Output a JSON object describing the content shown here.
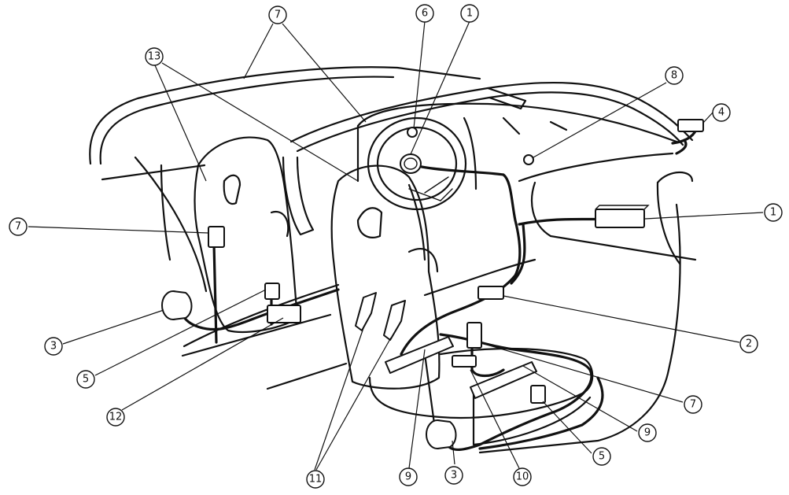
{
  "callouts": [
    {
      "id": "c1a",
      "label": "1"
    },
    {
      "id": "c1b",
      "label": "1"
    },
    {
      "id": "c2",
      "label": "2"
    },
    {
      "id": "c3a",
      "label": "3"
    },
    {
      "id": "c3b",
      "label": "3"
    },
    {
      "id": "c4",
      "label": "4"
    },
    {
      "id": "c5a",
      "label": "5"
    },
    {
      "id": "c5b",
      "label": "5"
    },
    {
      "id": "c6",
      "label": "6"
    },
    {
      "id": "c7a",
      "label": "7"
    },
    {
      "id": "c7b",
      "label": "7"
    },
    {
      "id": "c7c",
      "label": "7"
    },
    {
      "id": "c8",
      "label": "8"
    },
    {
      "id": "c9a",
      "label": "9"
    },
    {
      "id": "c9b",
      "label": "9"
    },
    {
      "id": "c10",
      "label": "10"
    },
    {
      "id": "c11",
      "label": "11"
    },
    {
      "id": "c12",
      "label": "12"
    },
    {
      "id": "c13",
      "label": "13"
    }
  ]
}
